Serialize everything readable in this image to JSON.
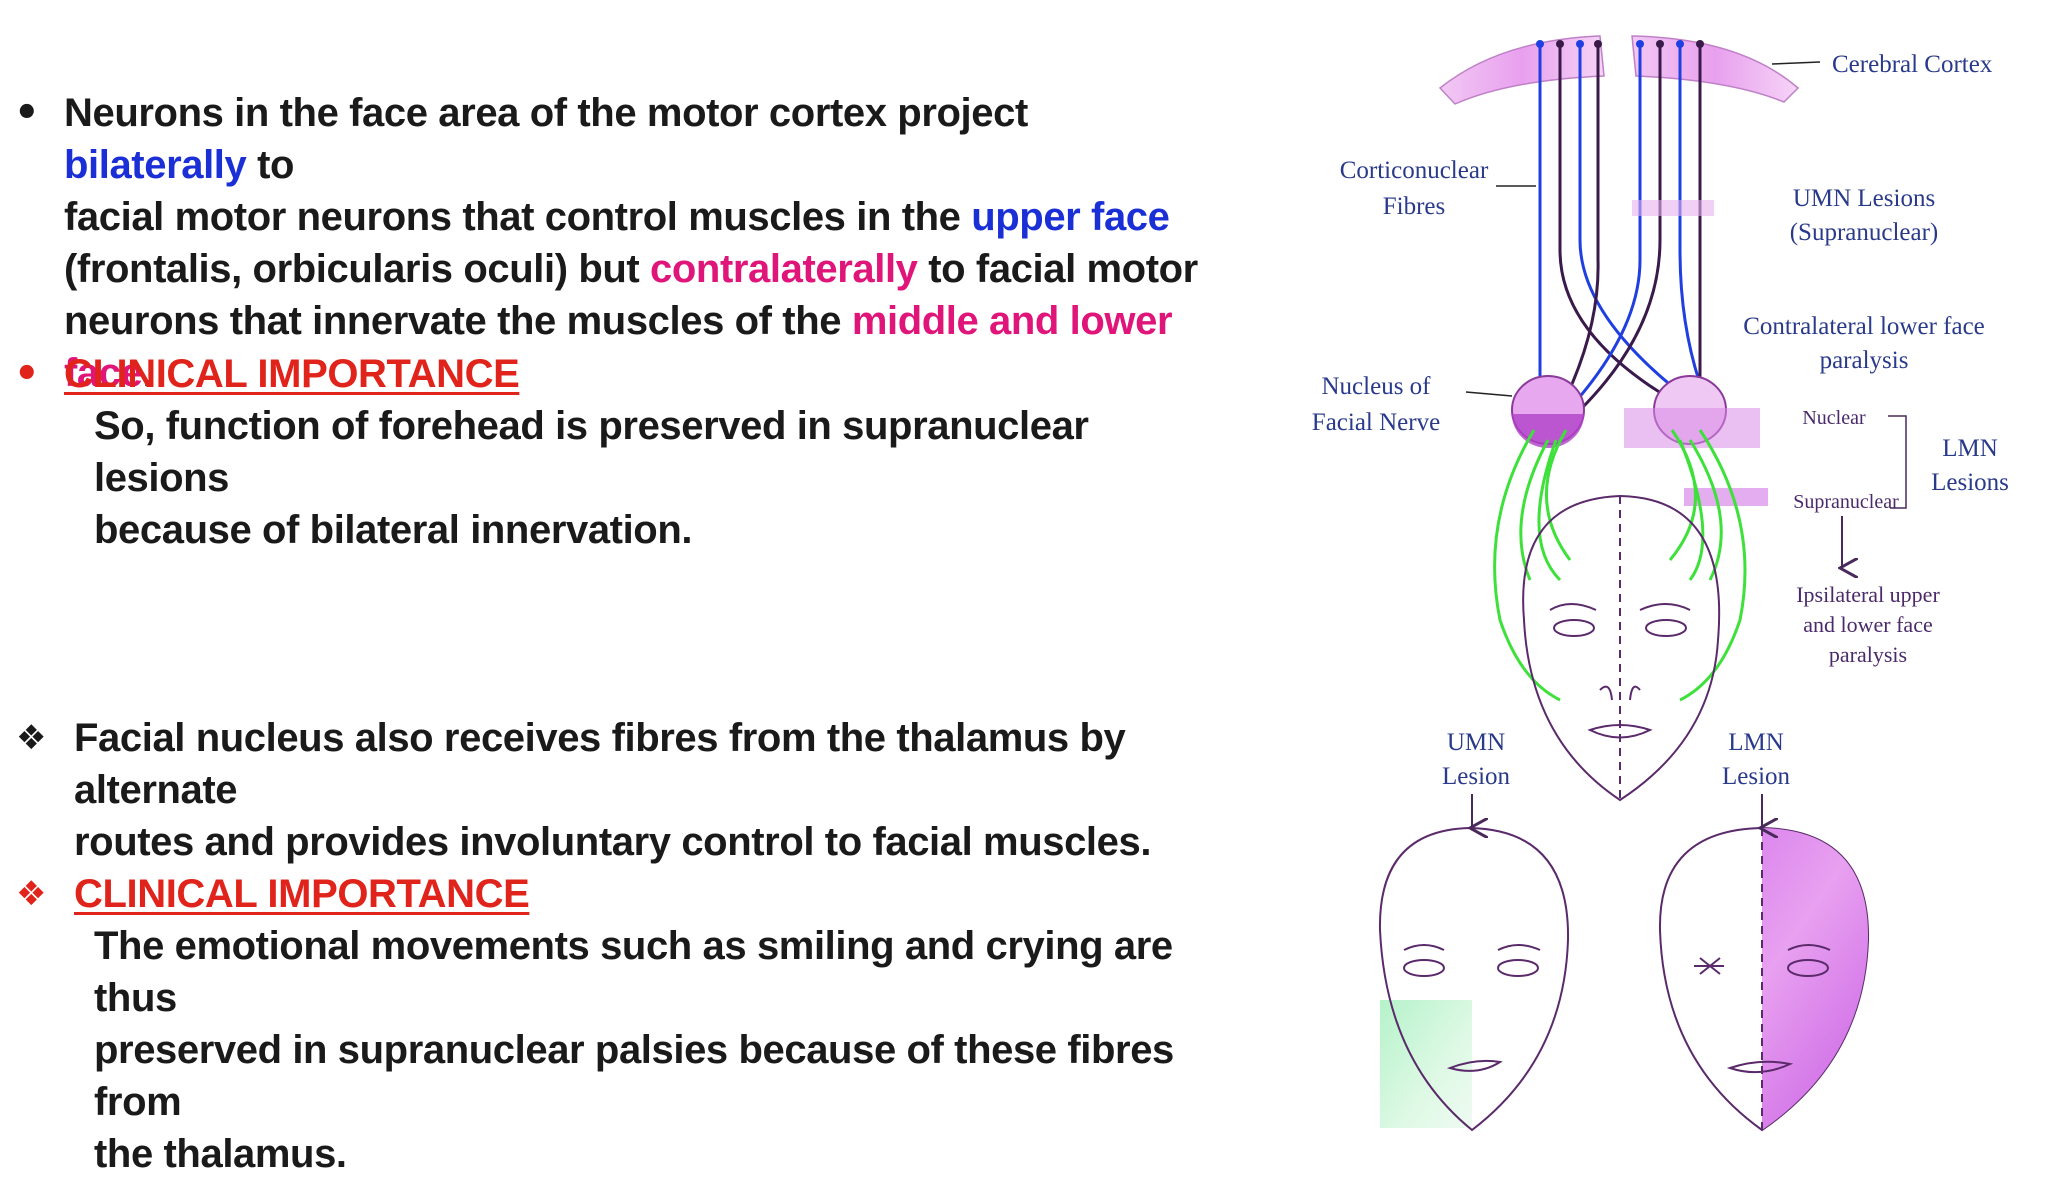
{
  "bullets": {
    "b1": {
      "line1": [
        "Neurons in the face area of the motor cortex project ",
        "bilaterally",
        " to"
      ],
      "line2": [
        "facial motor neurons that control muscles in the ",
        "upper face"
      ],
      "line3": [
        "(frontalis, orbicularis oculi) but ",
        "contralaterally",
        " to facial motor"
      ],
      "line4": [
        "neurons that innervate the muscles of the ",
        "middle and lower face",
        "."
      ]
    },
    "b2": {
      "heading": "CLINICAL IMPORTANCE",
      "line1": "So, function of forehead is preserved in supranuclear lesions",
      "line2": "because of bilateral innervation."
    },
    "b3": {
      "line1": "Facial nucleus also receives fibres from the thalamus by alternate",
      "line2": "routes and provides involuntary control to facial muscles."
    },
    "b4": {
      "heading": "CLINICAL IMPORTANCE",
      "line1": "The emotional movements such as smiling and crying are thus",
      "line2": "preserved in supranuclear palsies because of these fibres from",
      "line3": "the thalamus."
    },
    "dot_bullet": "•",
    "diamond_bullet": "❖"
  },
  "diagram": {
    "cerebral_cortex": "Cerebral Cortex",
    "corticonuclear_1": "Corticonuclear",
    "corticonuclear_2": "Fibres",
    "umn_lesions_1": "UMN Lesions",
    "umn_lesions_2": "(Supranuclear)",
    "contralateral_1": "Contralateral lower face",
    "contralateral_2": "paralysis",
    "nucleus_1": "Nucleus of",
    "nucleus_2": "Facial Nerve",
    "nuclear": "Nuclear",
    "supranuclear": "Supranuclear",
    "lmn_lesions_1": "LMN",
    "lmn_lesions_2": "Lesions",
    "ipsilateral_1": "Ipsilateral upper",
    "ipsilateral_2": "and lower face",
    "ipsilateral_3": "paralysis",
    "umn_lesion_1": "UMN",
    "umn_lesion_2": "Lesion",
    "lmn_lesion_1": "LMN",
    "lmn_lesion_2": "Lesion"
  },
  "colors": {
    "blue_emphasis": "#1b2fd6",
    "pink_emphasis": "#e0157a",
    "red_heading": "#e0241b",
    "fibre_blue": "#1f3fe0",
    "fibre_dark": "#3a1a4a",
    "fibre_green": "#3ee03a",
    "lesion_pink": "#d070e8"
  }
}
